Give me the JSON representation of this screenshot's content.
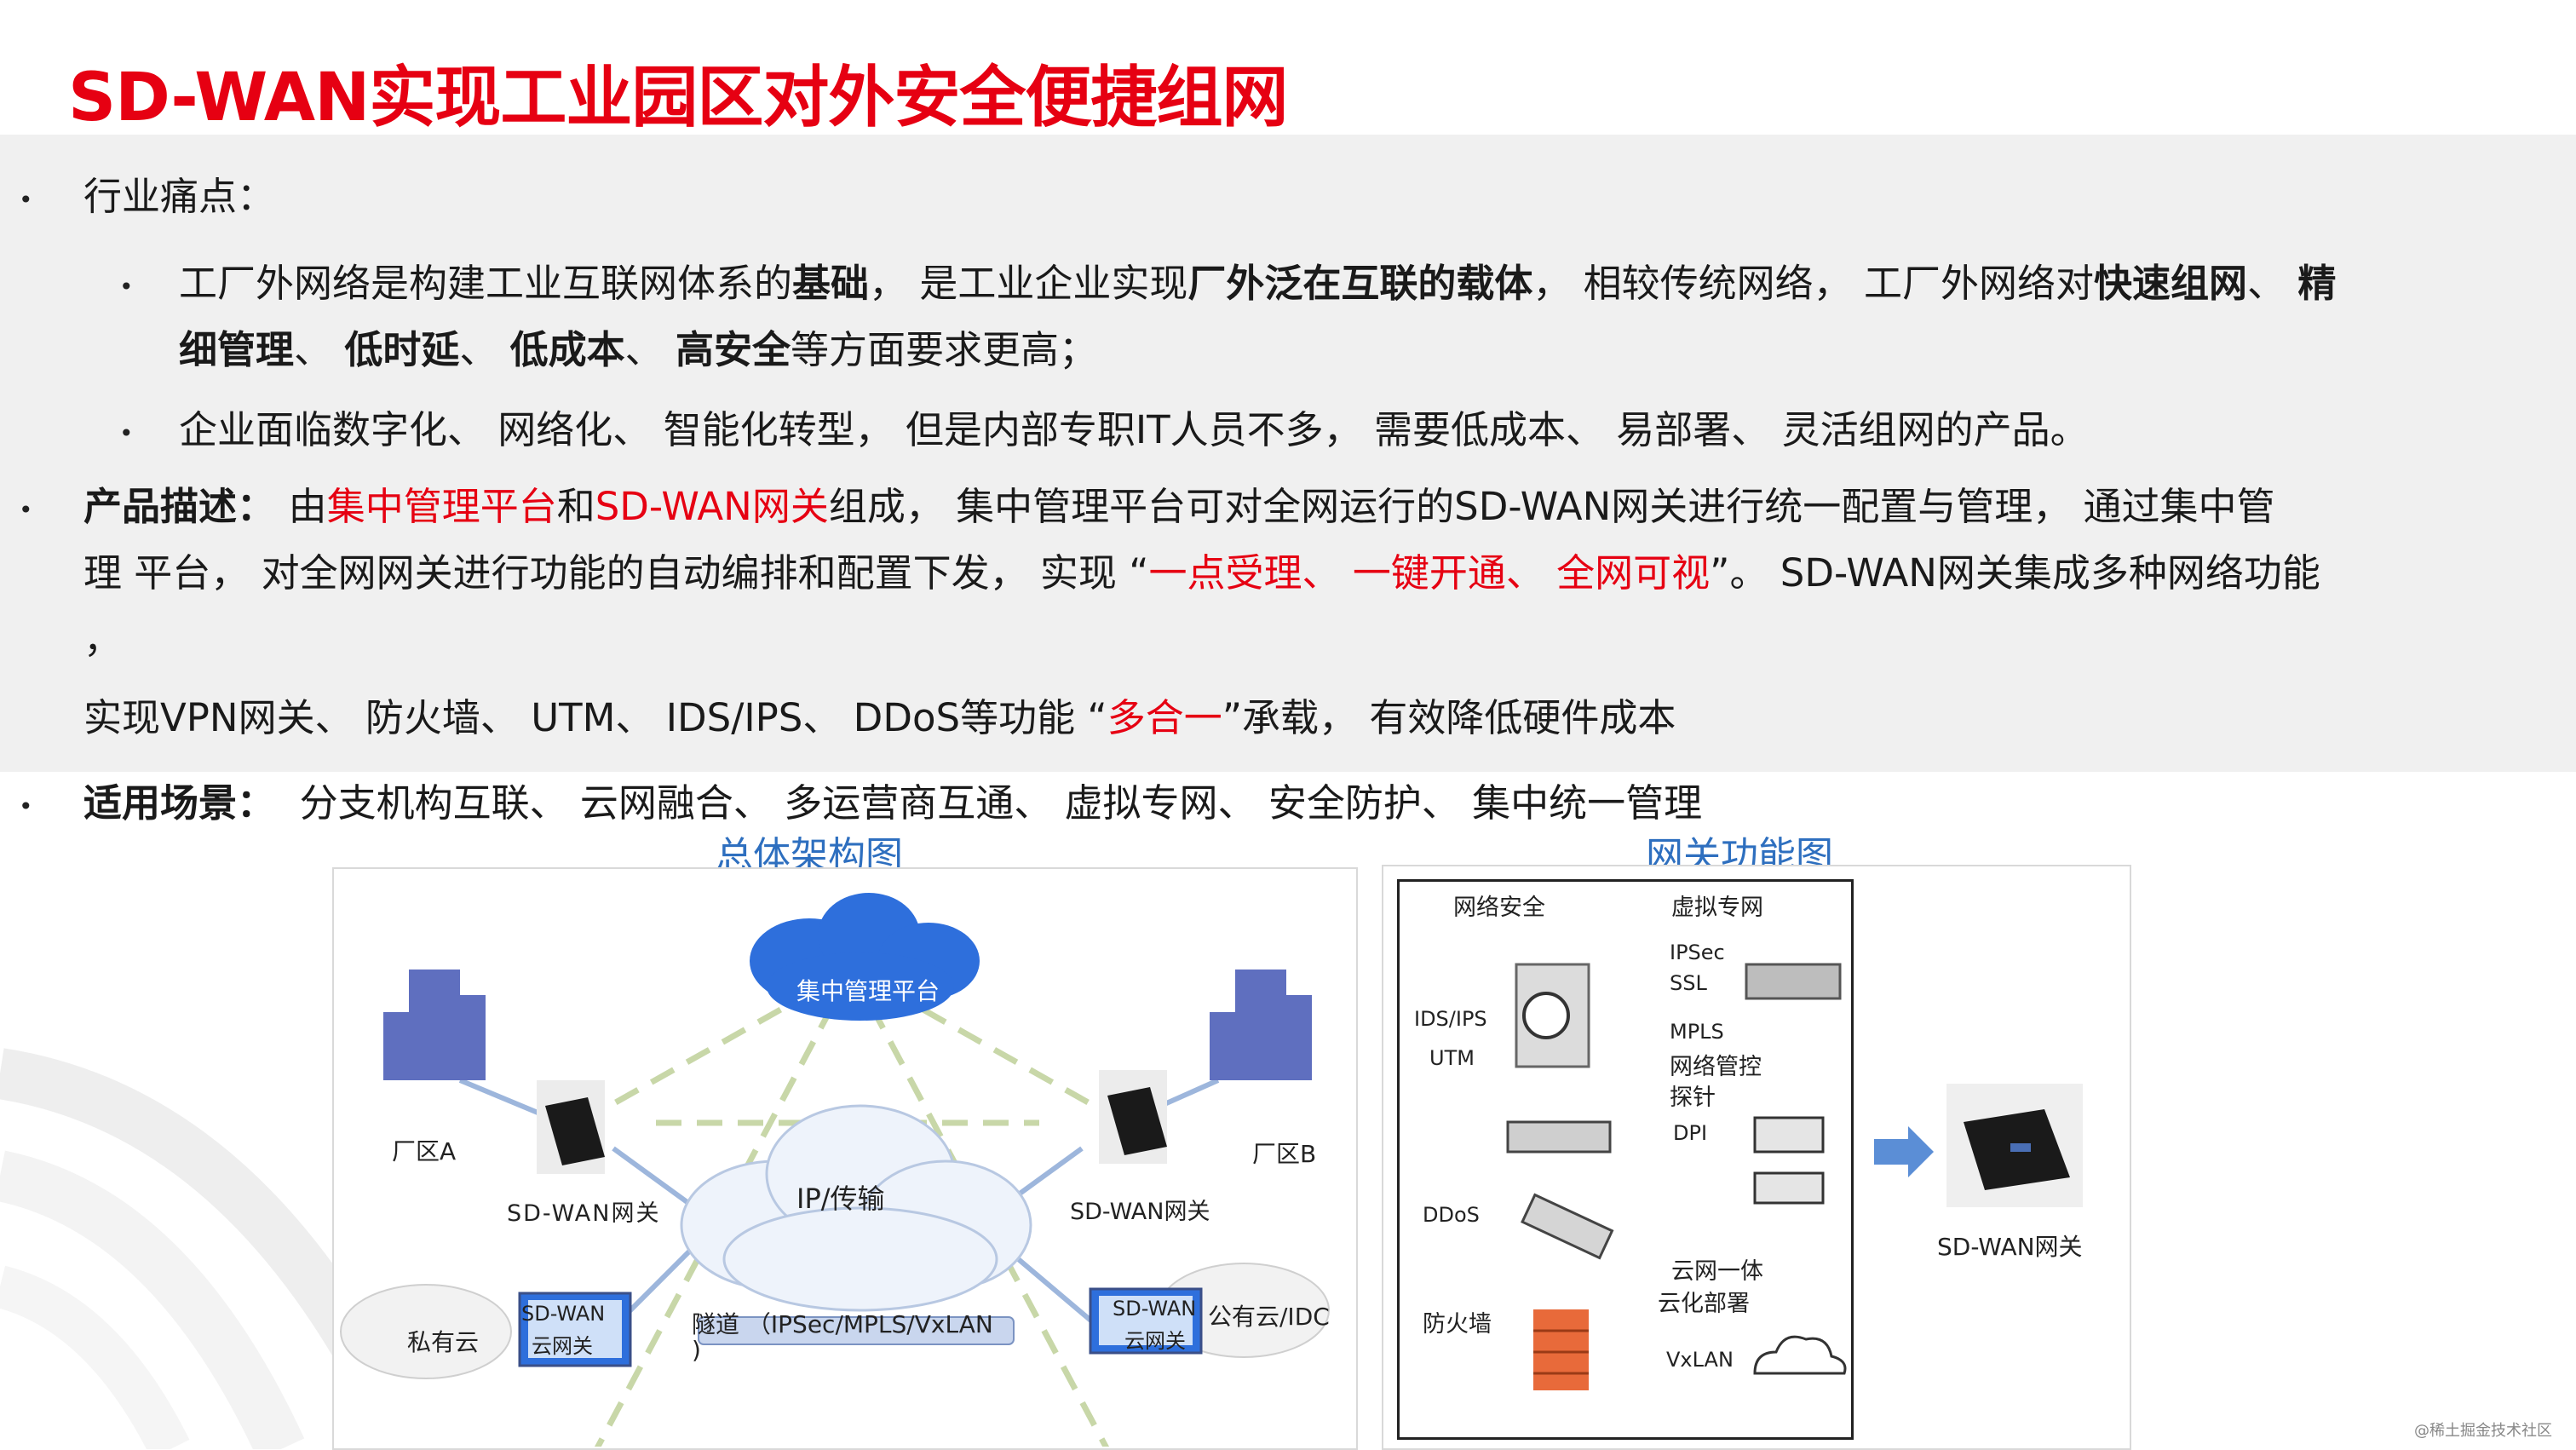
{
  "title": "SD-WAN实现工业园区对外安全便捷组网",
  "pain": {
    "heading": "行业痛点：",
    "item1_line1": [
      {
        "t": "工厂外网络是构建工业互联网体系的",
        "bold": false
      },
      {
        "t": "基础",
        "bold": true
      },
      {
        "t": "，  是工业企业实现",
        "bold": false
      },
      {
        "t": "厂外泛在互联的载体",
        "bold": true
      },
      {
        "t": "，  相较传统网络，  工厂外网络对",
        "bold": false
      },
      {
        "t": "快速组网",
        "bold": true
      },
      {
        "t": "、  ",
        "bold": false
      },
      {
        "t": "精",
        "bold": true
      }
    ],
    "item1_line2": [
      {
        "t": "细管理",
        "bold": true
      },
      {
        "t": "、  ",
        "bold": false
      },
      {
        "t": "低时延",
        "bold": true
      },
      {
        "t": "、  ",
        "bold": false
      },
      {
        "t": "低成本",
        "bold": true
      },
      {
        "t": "、  ",
        "bold": false
      },
      {
        "t": "高安全",
        "bold": true
      },
      {
        "t": "等方面要求更高；",
        "bold": false
      }
    ],
    "item2": "企业面临数字化、 网络化、 智能化转型， 但是内部专职IT人员不多， 需要低成本、 易部署、 灵活组网的产品。"
  },
  "product": {
    "label": "产品描述：",
    "line1": [
      {
        "t": "由",
        "c": ""
      },
      {
        "t": "集中管理平台",
        "c": "red"
      },
      {
        "t": "和",
        "c": ""
      },
      {
        "t": "SD-WAN网关",
        "c": "red"
      },
      {
        "t": "组成， 集中管理平台可对全网运行的SD-WAN网关进行统一配置与管理，  通过集中管",
        "c": ""
      }
    ],
    "line2": [
      {
        "t": "理 平台， 对全网网关进行功能的自动编排和配置下发， 实现 “",
        "c": ""
      },
      {
        "t": "一点受理、 一键开通、 全网可视",
        "c": "red"
      },
      {
        "t": "”。 SD-WAN网关集成多种网络功能",
        "c": ""
      }
    ],
    "line3": "，",
    "line4": [
      {
        "t": "实现VPN网关、 防火墙、 UTM、 IDS/IPS、 DDoS等功能 “",
        "c": ""
      },
      {
        "t": "多合一",
        "c": "red"
      },
      {
        "t": "”承载， 有效降低硬件成本",
        "c": ""
      }
    ]
  },
  "scenario": {
    "label": "适用场景：",
    "text": "分支机构互联、 云网融合、 多运营商互通、 虚拟专网、 安全防护、 集中统一管理"
  },
  "arch": {
    "title": "总体架构图",
    "cloud_platform": "集中管理平台",
    "ip_cloud": "IP/传输",
    "factory_a": "厂区A",
    "factory_b": "厂区B",
    "gw_left": "SD-WAN网关",
    "gw_right": "SD-WAN网关",
    "private_cloud": "私有云",
    "public_cloud": "公有云/IDC",
    "cloud_gw_left_1": "SD-WAN",
    "cloud_gw_left_2": "云网关",
    "cloud_gw_right_1": "SD-WAN",
    "cloud_gw_right_2": "云网关",
    "tunnel": "隧道 （IPSec/MPLS/VxLAN",
    "tunnel_end": ")"
  },
  "func": {
    "title": "网关功能图",
    "net_security": "网络安全",
    "virtual_private": "虚拟专网",
    "ipsec": "IPSec",
    "ssl": "SSL",
    "ids": "IDS/IPS",
    "utm": "UTM",
    "mpls": "MPLS",
    "net_ctrl": "网络管控",
    "probe": "探针",
    "dpi": "DPI",
    "ddos": "DDoS",
    "cloud_net": "云网一体",
    "cloud_deploy": "云化部署",
    "firewall": "防火墙",
    "vxlan": "VxLAN",
    "gateway": "SD-WAN网关"
  },
  "watermark": "@稀土掘金技术社区",
  "colors": {
    "accent": "#e60012",
    "blue": "#2e6fbf",
    "band": "#f0f0f0"
  }
}
